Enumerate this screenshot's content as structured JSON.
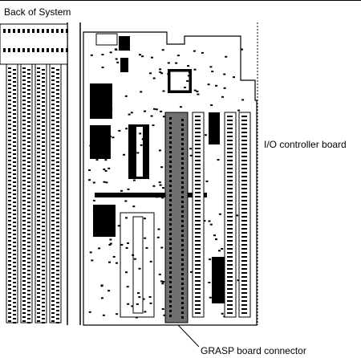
{
  "labels": {
    "back_of_system": "Back of System",
    "io_controller_board": "I/O controller board",
    "grasp_board_connector": "GRASP board connector"
  },
  "colors": {
    "ink": "#000000",
    "paper": "#ffffff",
    "grasp_connector_highlight": "#707070"
  }
}
